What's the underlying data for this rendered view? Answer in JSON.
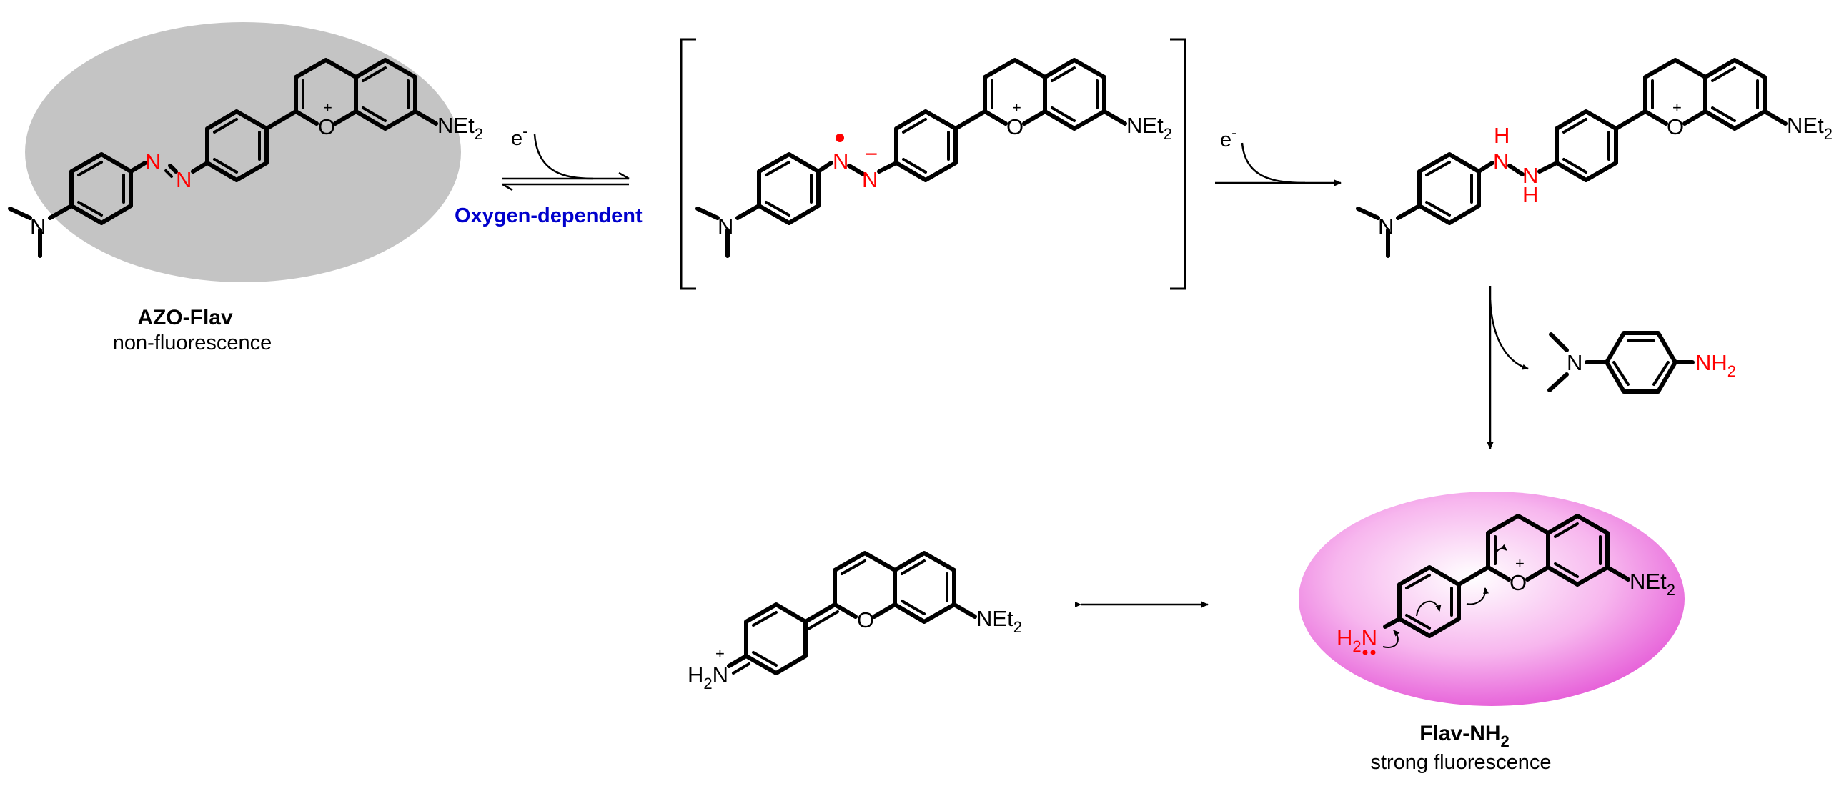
{
  "colors": {
    "bond": "#000000",
    "highlight_atom": "#ff0000",
    "condition_text": "#0000cc",
    "azo_halo": "#c4c4c4",
    "product_halo": "#ee6fdd"
  },
  "azo_flav": {
    "name": "AZO-Flav",
    "note": "non-fluorescence",
    "nme2_label": "N",
    "azo_n1": "N",
    "azo_n2": "N",
    "ring_o": "O",
    "plus": "+",
    "net2_main": "NEt",
    "net2_sub": "2"
  },
  "step1": {
    "electron": "e",
    "electron_charge": "-",
    "condition": "Oxygen-dependent"
  },
  "intermediate": {
    "nme2_label": "N",
    "n1": "N",
    "n2": "N",
    "minus": "−",
    "ring_o": "O",
    "plus": "+",
    "net2_main": "NEt",
    "net2_sub": "2"
  },
  "step2": {
    "electron": "e",
    "electron_charge": "-"
  },
  "hydrazo": {
    "nme2_label": "N",
    "nh1_h": "H",
    "nh1_n": "N",
    "nh2_n": "N",
    "nh2_h": "H",
    "ring_o": "O",
    "plus": "+",
    "net2_main": "NEt",
    "net2_sub": "2"
  },
  "byproduct": {
    "nme2_label": "N",
    "nh2_main": "NH",
    "nh2_sub": "2"
  },
  "resonance": {
    "iminium_h": "H",
    "iminium_sub": "2",
    "iminium_n": "N",
    "plus": "+",
    "ring_o": "O",
    "net2_main": "NEt",
    "net2_sub": "2"
  },
  "flav_nh2": {
    "name_main": "Flav-NH",
    "name_sub": "2",
    "note": "strong fluorescence",
    "amine_h": "H",
    "amine_sub": "2",
    "amine_n": "N",
    "ring_o": "O",
    "plus": "+",
    "net2_main": "NEt",
    "net2_sub": "2"
  }
}
